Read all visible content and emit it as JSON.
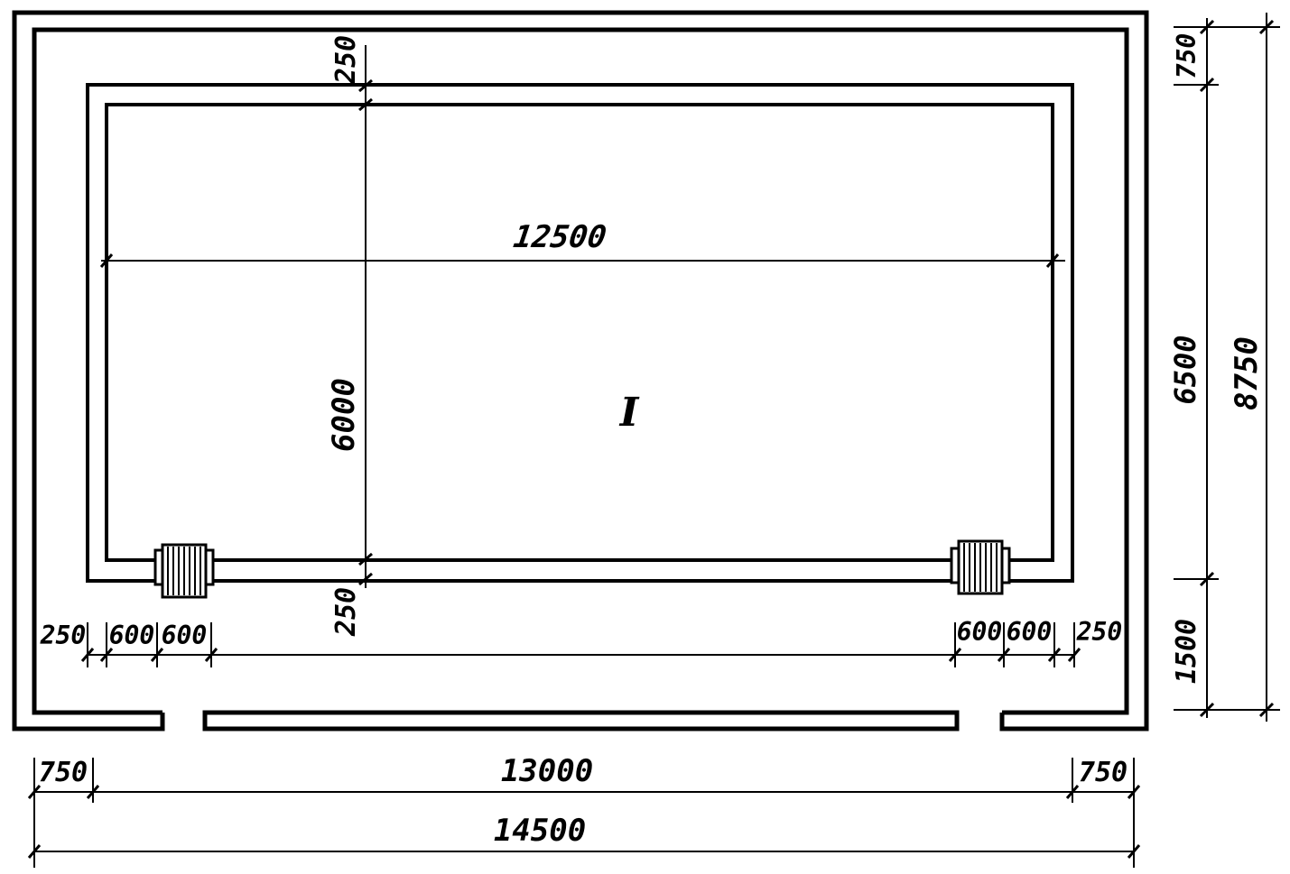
{
  "drawing": {
    "room_label": "I",
    "dimensions": {
      "inner_length": "12500",
      "inner_width": "6000",
      "border_top": "250",
      "border_bottom": "250",
      "bottom_left_margin": "250",
      "bottom_left_seg_1": "600",
      "bottom_left_seg_2": "600",
      "bottom_right_seg_1": "600",
      "bottom_right_seg_2": "600",
      "bottom_right_margin": "250",
      "outer_left": "750",
      "outer_middle": "13000",
      "outer_right": "750",
      "overall_length": "14500",
      "right_top": "750",
      "right_middle": "6500",
      "right_bottom": "1500",
      "overall_width": "8750"
    }
  }
}
